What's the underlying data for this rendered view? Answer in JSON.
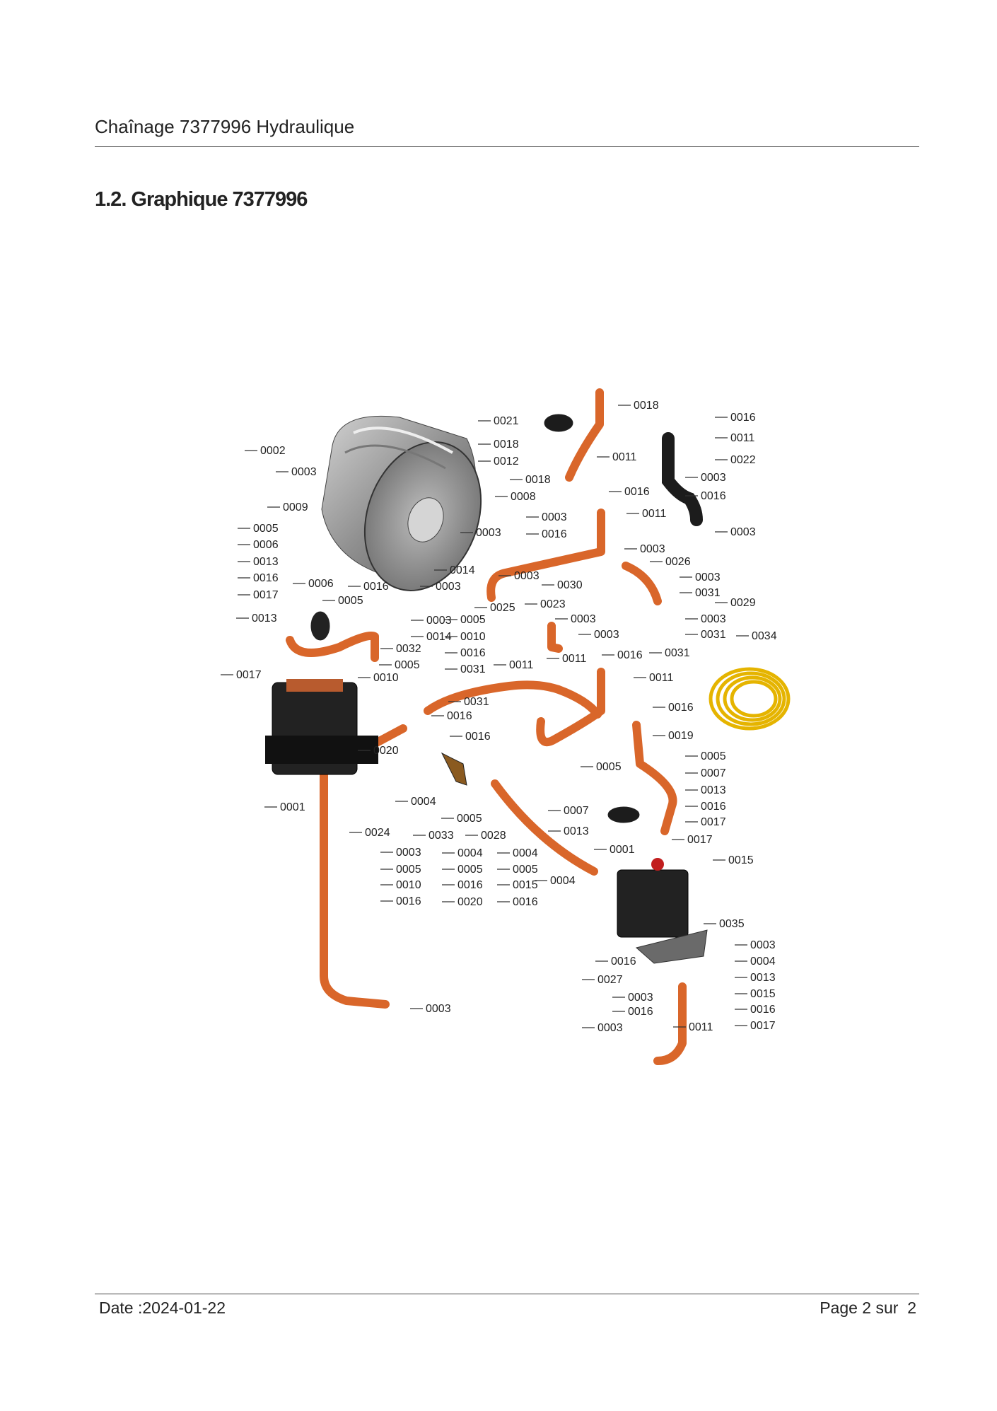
{
  "header": {
    "title": "Chaînage 7377996 Hydraulique"
  },
  "section": {
    "title": "1.2. Graphique 7377996"
  },
  "diagram": {
    "labels": [
      [
        "0018",
        896,
        578
      ],
      [
        "0021",
        698,
        600
      ],
      [
        "0016",
        1033,
        595
      ],
      [
        "0018",
        698,
        633
      ],
      [
        "0011",
        1033,
        624
      ],
      [
        "0012",
        698,
        657
      ],
      [
        "0011",
        866,
        651
      ],
      [
        "0022",
        1033,
        655
      ],
      [
        "0018",
        743,
        683
      ],
      [
        "0003",
        991,
        680
      ],
      [
        "0008",
        722,
        707
      ],
      [
        "0016",
        991,
        706
      ],
      [
        "0016",
        883,
        700
      ],
      [
        "0003",
        766,
        736
      ],
      [
        "0011",
        908,
        731
      ],
      [
        "0016",
        766,
        760
      ],
      [
        "0003",
        1033,
        757
      ],
      [
        "0003",
        673,
        758
      ],
      [
        "0003",
        905,
        781
      ],
      [
        "0026",
        941,
        799
      ],
      [
        "0003",
        983,
        821
      ],
      [
        "0031",
        983,
        843
      ],
      [
        "0002",
        368,
        642
      ],
      [
        "0003",
        412,
        672
      ],
      [
        "0009",
        400,
        722
      ],
      [
        "0005",
        358,
        752
      ],
      [
        "0006",
        358,
        775
      ],
      [
        "0013",
        358,
        799
      ],
      [
        "0016",
        358,
        822
      ],
      [
        "0017",
        358,
        846
      ],
      [
        "0014",
        636,
        811
      ],
      [
        "0003",
        727,
        819
      ],
      [
        "0030",
        788,
        832
      ],
      [
        "0006",
        436,
        830
      ],
      [
        "0016",
        514,
        834
      ],
      [
        "0003",
        616,
        834
      ],
      [
        "0005",
        478,
        854
      ],
      [
        "0025",
        693,
        864
      ],
      [
        "0023",
        764,
        859
      ],
      [
        "0029",
        1033,
        857
      ],
      [
        "0013",
        356,
        879
      ],
      [
        "0003",
        603,
        882
      ],
      [
        "0005",
        651,
        881
      ],
      [
        "0003",
        807,
        880
      ],
      [
        "0003",
        991,
        880
      ],
      [
        "0014",
        603,
        905
      ],
      [
        "0010",
        651,
        905
      ],
      [
        "0003",
        840,
        902
      ],
      [
        "0031",
        991,
        902
      ],
      [
        "0034",
        1063,
        904
      ],
      [
        "0032",
        560,
        922
      ],
      [
        "0016",
        651,
        928
      ],
      [
        "0031",
        940,
        928
      ],
      [
        "0016",
        873,
        931
      ],
      [
        "0005",
        558,
        945
      ],
      [
        "0031",
        651,
        951
      ],
      [
        "0011",
        720,
        945
      ],
      [
        "0011",
        795,
        936
      ],
      [
        "0011",
        918,
        963
      ],
      [
        "0017",
        334,
        959
      ],
      [
        "0010",
        528,
        963
      ],
      [
        "0031",
        656,
        997
      ],
      [
        "0016",
        945,
        1005
      ],
      [
        "0016",
        632,
        1017
      ],
      [
        "0019",
        945,
        1045
      ],
      [
        "0016",
        658,
        1046
      ],
      [
        "0020",
        528,
        1066
      ],
      [
        "0005",
        991,
        1074
      ],
      [
        "0005",
        843,
        1089
      ],
      [
        "0007",
        991,
        1098
      ],
      [
        "0001",
        396,
        1146
      ],
      [
        "0004",
        581,
        1138
      ],
      [
        "0013",
        991,
        1122
      ],
      [
        "0007",
        797,
        1151
      ],
      [
        "0016",
        991,
        1145
      ],
      [
        "0005",
        646,
        1162
      ],
      [
        "0017",
        991,
        1167
      ],
      [
        "0013",
        797,
        1180
      ],
      [
        "0024",
        516,
        1182
      ],
      [
        "0033",
        606,
        1186
      ],
      [
        "0028",
        680,
        1186
      ],
      [
        "0017",
        972,
        1192
      ],
      [
        "0001",
        862,
        1206
      ],
      [
        "0003",
        560,
        1210
      ],
      [
        "0004",
        647,
        1211
      ],
      [
        "0004",
        725,
        1211
      ],
      [
        "0005",
        560,
        1234
      ],
      [
        "0005",
        647,
        1234
      ],
      [
        "0005",
        725,
        1234
      ],
      [
        "0015",
        1030,
        1221
      ],
      [
        "0010",
        560,
        1256
      ],
      [
        "0016",
        647,
        1256
      ],
      [
        "0015",
        725,
        1256
      ],
      [
        "0004",
        778,
        1250
      ],
      [
        "0016",
        560,
        1279
      ],
      [
        "0020",
        647,
        1280
      ],
      [
        "0016",
        725,
        1280
      ],
      [
        "0035",
        1017,
        1311
      ],
      [
        "0003",
        1061,
        1341
      ],
      [
        "0004",
        1061,
        1364
      ],
      [
        "0016",
        864,
        1364
      ],
      [
        "0013",
        1061,
        1387
      ],
      [
        "0027",
        845,
        1390
      ],
      [
        "0015",
        1061,
        1410
      ],
      [
        "0003",
        888,
        1415
      ],
      [
        "0016",
        1061,
        1432
      ],
      [
        "0016",
        888,
        1435
      ],
      [
        "0003",
        602,
        1431
      ],
      [
        "0017",
        1061,
        1455
      ],
      [
        "0003",
        845,
        1458
      ],
      [
        "0011",
        974,
        1457
      ]
    ]
  },
  "footer": {
    "date": "Date :2024-01-22",
    "page": "Page 2 sur  2"
  },
  "colors": {
    "pipe": "#d9662a",
    "pipe_dark": "#b24a18",
    "hose": "#e5b400",
    "drum": "#9a9a9a",
    "line": "#333333"
  }
}
